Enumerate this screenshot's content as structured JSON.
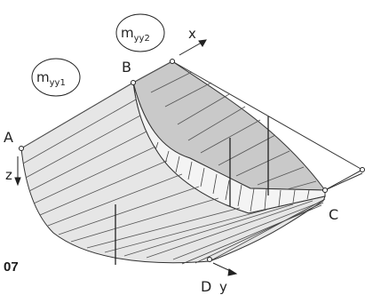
{
  "points": {
    "A": "A",
    "B": "B",
    "C": "C",
    "D": "D"
  },
  "axes": {
    "x": "x",
    "y": "y",
    "z": "z"
  },
  "moment_labels": [
    {
      "main": "m",
      "sub": "yy1"
    },
    {
      "main": "m",
      "sub": "yy2"
    }
  ],
  "figure_number": "07",
  "colors": {
    "panel_front": "#e4e4e4",
    "panel_back": "#c6c6c6",
    "line": "#333333",
    "strip": "#f4f4f4"
  }
}
